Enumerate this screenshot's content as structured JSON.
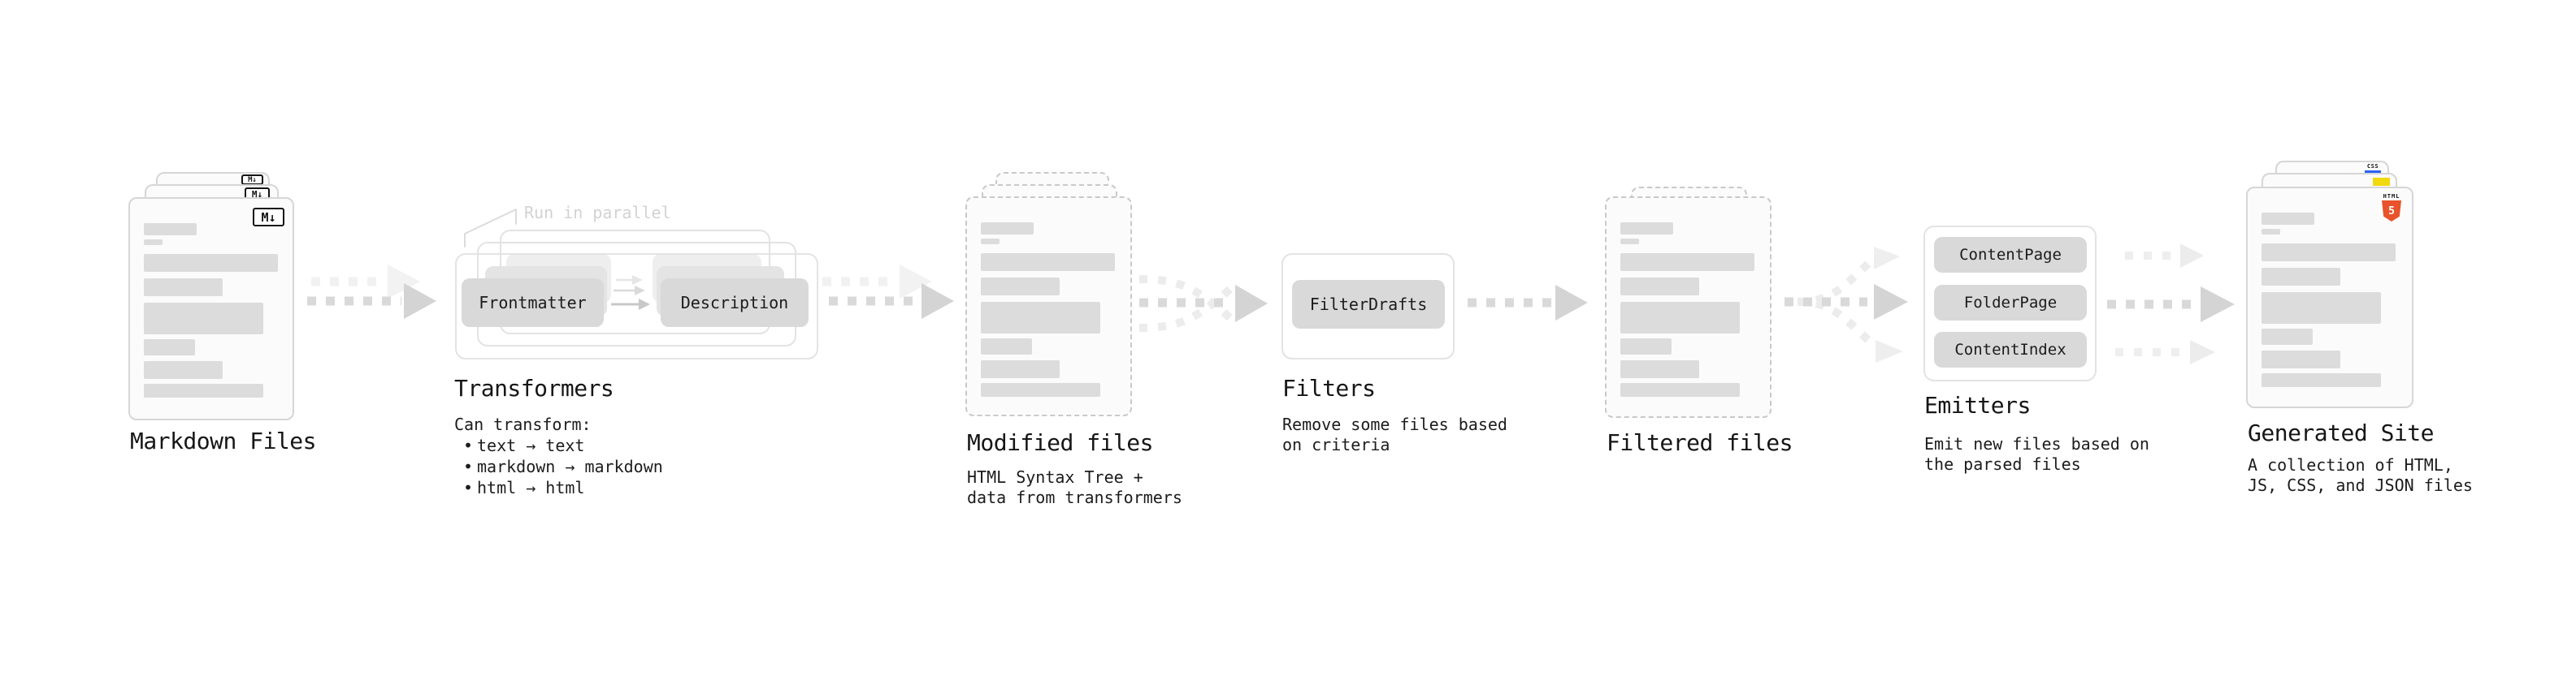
{
  "diagram": {
    "stages": {
      "markdown": {
        "label": "Markdown Files",
        "icon_label": "M↓"
      },
      "transformers": {
        "label": "Transformers",
        "annotation": "Run in parallel",
        "pill_left": "Frontmatter",
        "pill_right": "Description",
        "desc_heading": "Can transform:",
        "bullet_char": "•",
        "bullets": [
          "text → text",
          "markdown → markdown",
          "html → html"
        ]
      },
      "modified": {
        "label": "Modified files",
        "desc": [
          "HTML Syntax Tree +",
          "data from transformers"
        ]
      },
      "filters": {
        "label": "Filters",
        "pill": "FilterDrafts",
        "desc": [
          "Remove some files based",
          "on criteria"
        ]
      },
      "filtered": {
        "label": "Filtered files"
      },
      "emitters": {
        "label": "Emitters",
        "pills": [
          "ContentPage",
          "FolderPage",
          "ContentIndex"
        ],
        "desc": [
          "Emit new files based on",
          "the parsed files"
        ]
      },
      "generated": {
        "label": "Generated Site",
        "desc": [
          "A collection of HTML,",
          "JS, CSS, and JSON files"
        ],
        "badges": {
          "css": "CSS",
          "html": "HTML",
          "html_number": "5"
        }
      }
    },
    "colors": {
      "html5_orange": "#e8532c",
      "css_blue": "#2b62f6",
      "js_yellow": "#f2d80e",
      "arrow_gray": "#d9d9d9",
      "ghost_arrow_gray": "#f1f1f1"
    }
  }
}
